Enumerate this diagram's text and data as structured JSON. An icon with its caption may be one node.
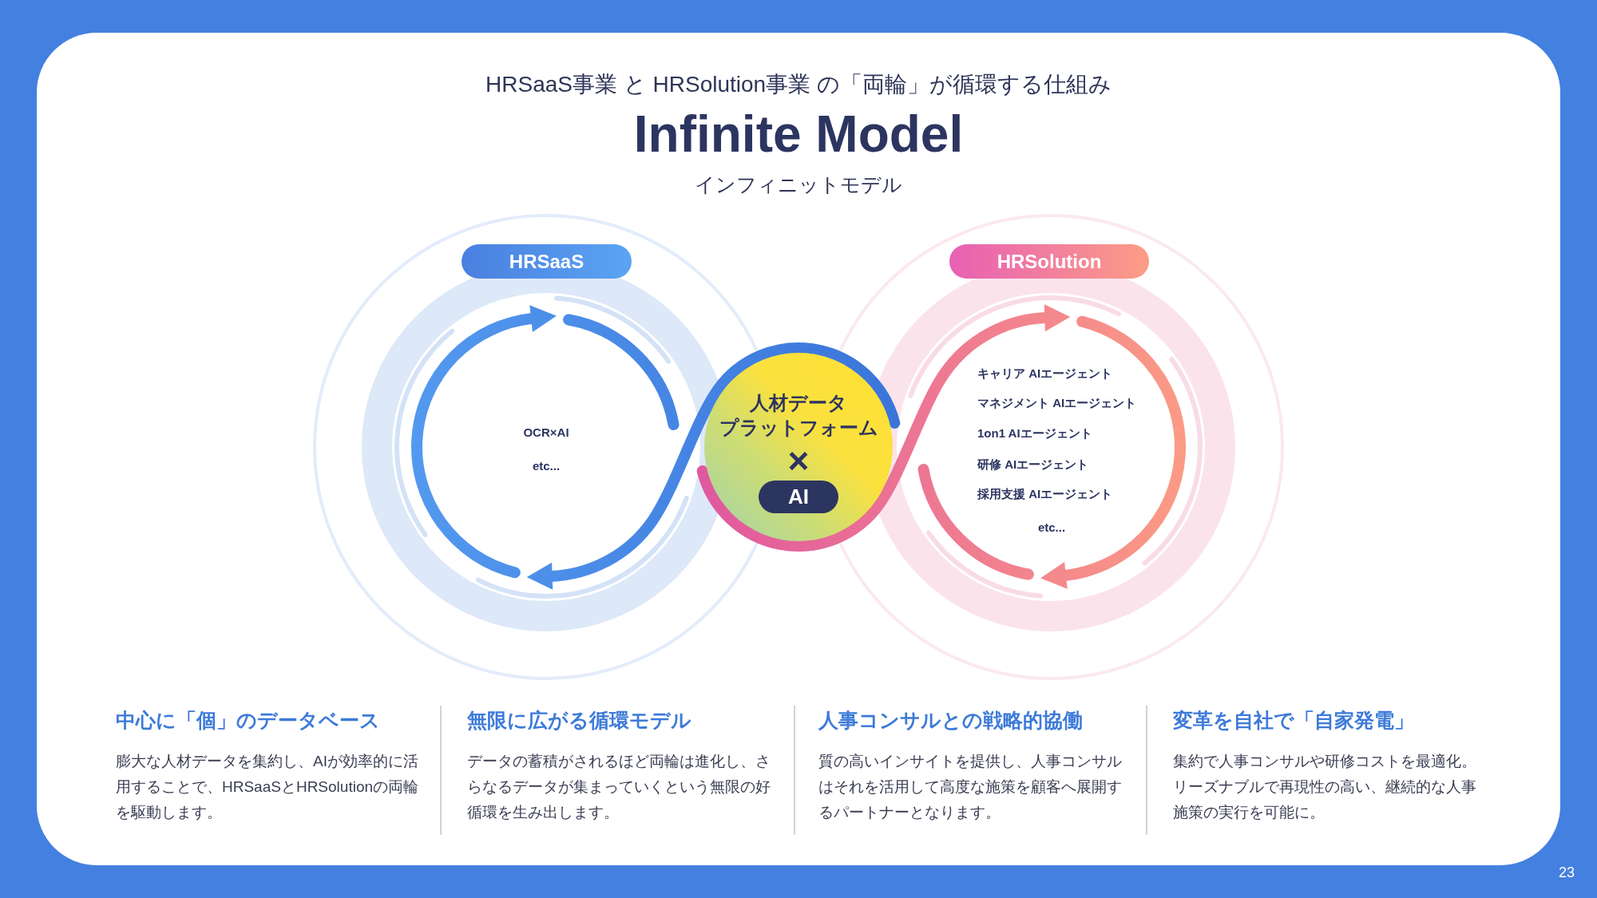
{
  "diagram": {
    "title": "Infinite Model",
    "nodes": [
      {
        "text": [
          "HRSaaS"
        ]
      },
      {
        "text": [
          "HRSolution"
        ]
      },
      {
        "text": [
          "人材データ",
          "プラットフォーム",
          "×"
        ]
      },
      {
        "text": [
          "AI"
        ],
        "in": 2
      }
    ],
    "labels": [
      "HRSaaS事業 と HRSolution事業 の「両輪」が循環する仕組み",
      "インフィニットモデル",
      "OCR×AI",
      "etc...",
      "キャリア AIエージェント",
      "マネジメント AIエージェント",
      "1on1 AIエージェント",
      "研修 AIエージェント",
      "採用支援 AIエージェント",
      "etc...",
      "中心に「個」のデータベース",
      "膨大な人材データを集約し、AIが効率的に活用することで、HRSaaSとHRSolutionの両輪を駆動します。",
      "無限に広がる循環モデル",
      "データの蓄積がされるほど両輪は進化し、さらなるデータが集まっていくという無限の好循環を生み出します。",
      "人事コンサルとの戦略的協働",
      "質の高いインサイトを提供し、人事コンサルはそれを活用して高度な施策を顧客へ展開するパートナーとなります。",
      "変革を自社で「自家発電」",
      "集約で人事コンサルや研修コストを最適化。リーズナブルで再現性の高い、継続的な人事施策の実行を可能に。",
      "23"
    ]
  }
}
